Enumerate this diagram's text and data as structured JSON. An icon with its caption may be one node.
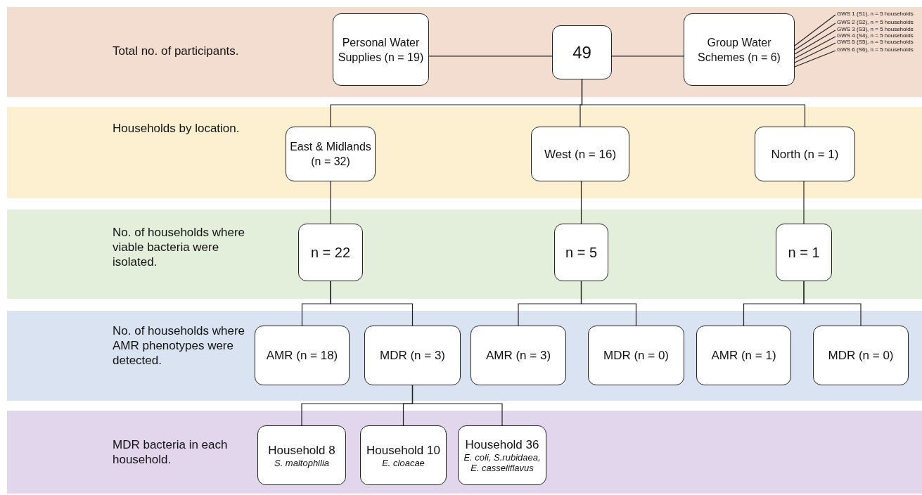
{
  "diagram": {
    "nodes": [
      {
        "text": [
          "Total no. of participants."
        ]
      },
      {
        "text": [
          "Personal Water Supplies (n = 19)"
        ],
        "in": 0
      },
      {
        "text": [
          "49"
        ],
        "in": 0
      },
      {
        "text": [
          "Group Water Schemes (n = 6)"
        ],
        "in": 0
      },
      {
        "text": [
          "GWS 1 (S1), n = 5 households"
        ],
        "in": 0
      },
      {
        "text": [
          "GWS 2 (S2), n = 5 households"
        ],
        "in": 0
      },
      {
        "text": [
          "GWS 3 (S3), n = 5 households"
        ],
        "in": 0
      },
      {
        "text": [
          "GWS 4 (S4), n = 5 households"
        ],
        "in": 0
      },
      {
        "text": [
          "GWS 5 (S5), n = 5 households"
        ],
        "in": 0
      },
      {
        "text": [
          "GWS 6 (S6), n = 5 households"
        ],
        "in": 0
      },
      {
        "text": [
          "Households by location."
        ]
      },
      {
        "text": [
          "East & Midlands (n = 32)"
        ],
        "in": 10
      },
      {
        "text": [
          "West (n = 16)"
        ],
        "in": 10
      },
      {
        "text": [
          "North (n = 1)"
        ],
        "in": 10
      },
      {
        "text": [
          "No. of households where viable bacteria were isolated."
        ]
      },
      {
        "text": [
          "n = 22"
        ],
        "in": 14
      },
      {
        "text": [
          "n = 5"
        ],
        "in": 14
      },
      {
        "text": [
          "n = 1"
        ],
        "in": 14
      },
      {
        "text": [
          "No. of households where AMR phenotypes were detected."
        ]
      },
      {
        "text": [
          "AMR (n = 18)"
        ],
        "in": 18
      },
      {
        "text": [
          "MDR (n = 3)"
        ],
        "in": 18
      },
      {
        "text": [
          "AMR (n = 3)"
        ],
        "in": 18
      },
      {
        "text": [
          "MDR (n = 0)"
        ],
        "in": 18
      },
      {
        "text": [
          "AMR (n = 1)"
        ],
        "in": 18
      },
      {
        "text": [
          "MDR (n = 0)"
        ],
        "in": 18
      },
      {
        "text": [
          "MDR bacteria in each household."
        ]
      },
      {
        "text": [
          "Household 8",
          "S. maltophilia"
        ],
        "in": 25
      },
      {
        "text": [
          "Household 10",
          "E. cloacae"
        ],
        "in": 25
      },
      {
        "text": [
          "Household 36",
          "E. coli, S.rubidaea, E. casseliflavus"
        ],
        "in": 25
      }
    ],
    "edges": [
      {
        "from": 2,
        "to": 1,
        "arrow": "none"
      },
      {
        "from": 2,
        "to": 3,
        "arrow": "none"
      },
      {
        "from": 3,
        "to": 4,
        "arrow": "none"
      },
      {
        "from": 3,
        "to": 5,
        "arrow": "none"
      },
      {
        "from": 3,
        "to": 6,
        "arrow": "none"
      },
      {
        "from": 3,
        "to": 7,
        "arrow": "none"
      },
      {
        "from": 3,
        "to": 8,
        "arrow": "none"
      },
      {
        "from": 3,
        "to": 9,
        "arrow": "none"
      },
      {
        "from": 2,
        "to": 11,
        "arrow": "none"
      },
      {
        "from": 2,
        "to": 12,
        "arrow": "none"
      },
      {
        "from": 2,
        "to": 13,
        "arrow": "none"
      },
      {
        "from": 11,
        "to": 15,
        "arrow": "none"
      },
      {
        "from": 12,
        "to": 16,
        "arrow": "none"
      },
      {
        "from": 13,
        "to": 17,
        "arrow": "none"
      },
      {
        "from": 15,
        "to": 19,
        "arrow": "none"
      },
      {
        "from": 15,
        "to": 20,
        "arrow": "none"
      },
      {
        "from": 16,
        "to": 21,
        "arrow": "none"
      },
      {
        "from": 16,
        "to": 22,
        "arrow": "none"
      },
      {
        "from": 17,
        "to": 23,
        "arrow": "none"
      },
      {
        "from": 17,
        "to": 24,
        "arrow": "none"
      },
      {
        "from": 20,
        "to": 26,
        "arrow": "none"
      },
      {
        "from": 20,
        "to": 27,
        "arrow": "none"
      },
      {
        "from": 20,
        "to": 28,
        "arrow": "none"
      }
    ]
  }
}
